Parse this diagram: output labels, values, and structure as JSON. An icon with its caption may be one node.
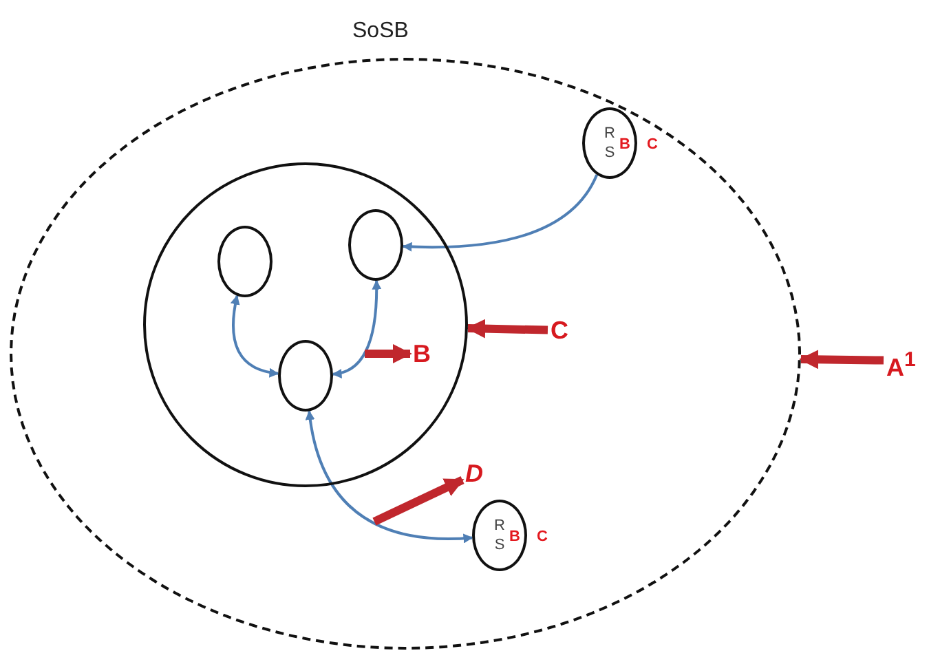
{
  "diagram": {
    "nodes": [
      {
        "text": [
          "SoSB"
        ]
      },
      {
        "text": [],
        "shape": "circle",
        "in": 0
      },
      {
        "text": [],
        "shape": "circle",
        "in": 1
      },
      {
        "text": [],
        "shape": "circle",
        "in": 1
      },
      {
        "text": [],
        "shape": "circle",
        "in": 1
      },
      {
        "text": [
          "R S",
          "B"
        ],
        "beside": [
          "C"
        ],
        "in": 0
      },
      {
        "text": [
          "R S",
          "B"
        ],
        "beside": [
          "C"
        ],
        "in": 0
      },
      {
        "text": [
          "B"
        ],
        "in": 1
      },
      {
        "text": [
          "C"
        ],
        "in": 0
      },
      {
        "text": [
          "A$^{1}$"
        ]
      },
      {
        "text": [
          "D"
        ],
        "in": 0
      }
    ],
    "edges": [
      {
        "from": 5,
        "to": 3,
        "arrow": "to"
      },
      {
        "from": 4,
        "to": 2,
        "arrow": "both"
      },
      {
        "from": 4,
        "to": 3,
        "arrow": "both"
      },
      {
        "from": 4,
        "to": 6,
        "arrow": "both"
      },
      {
        "from": null,
        "to": 7,
        "arrow": "to",
        "style": "thick",
        "color": "#c0272d"
      },
      {
        "from": 8,
        "to": 1,
        "arrow": "to",
        "style": "thick",
        "color": "#c0272d"
      },
      {
        "from": 9,
        "to": 0,
        "arrow": "to",
        "style": "thick",
        "color": "#c0272d"
      },
      {
        "from": null,
        "to": 10,
        "arrow": "to",
        "style": "thick",
        "color": "#c0272d"
      }
    ]
  }
}
